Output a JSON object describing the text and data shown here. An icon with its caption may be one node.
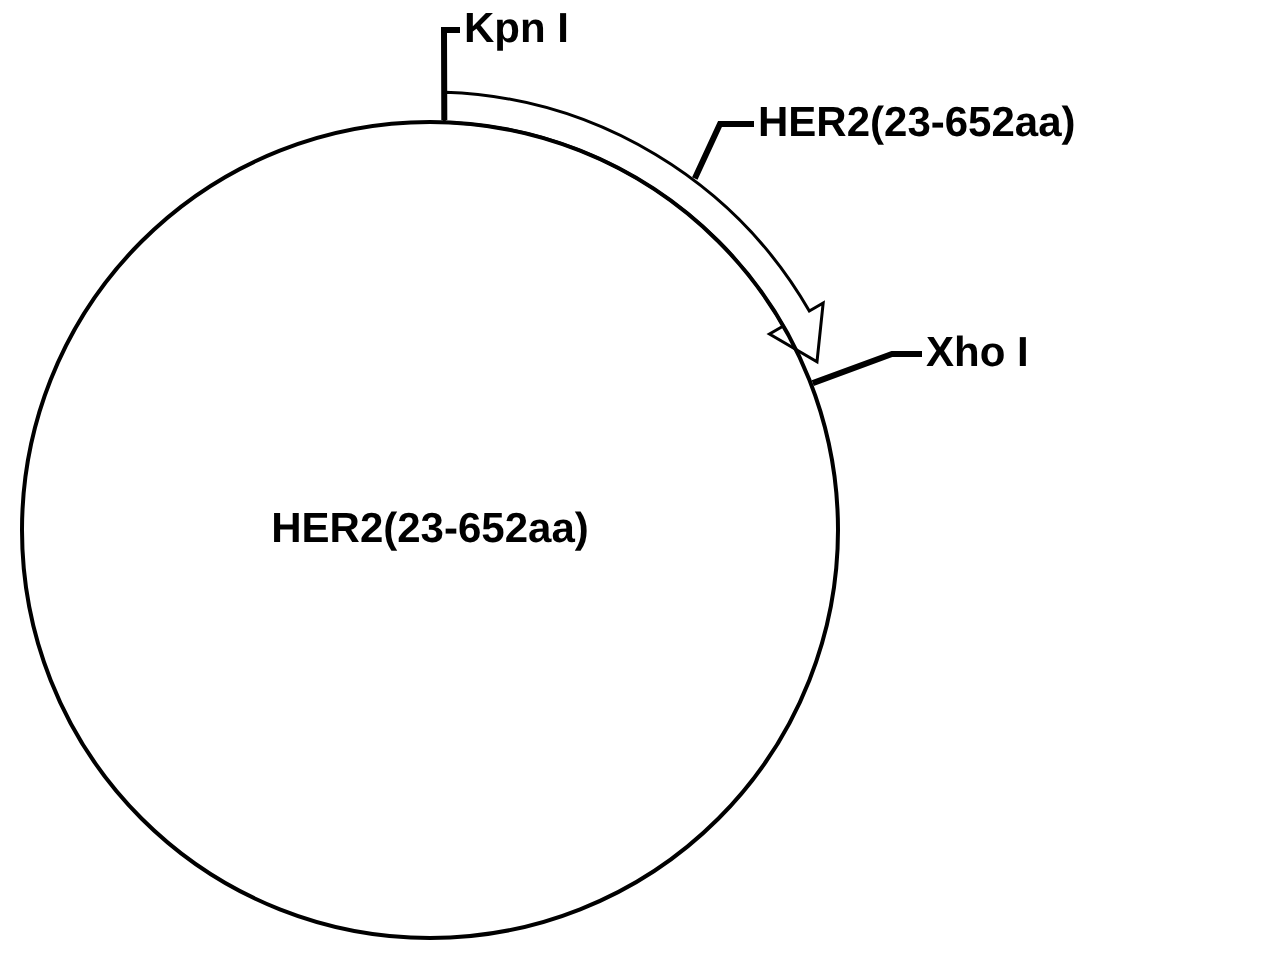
{
  "diagram": {
    "nodes": [
      {
        "text": [
          "HER2(23-652aa)"
        ]
      },
      {
        "text": [],
        "shape": "arrow"
      },
      {
        "text": [
          "Kpn I"
        ]
      },
      {
        "text": [
          "HER2(23-652aa)"
        ]
      },
      {
        "text": [
          "Xho I"
        ]
      }
    ],
    "edges": [
      {
        "from": 2,
        "to": 0,
        "arrow": "none"
      },
      {
        "from": 3,
        "to": 1,
        "arrow": "none"
      },
      {
        "from": 4,
        "to": 0,
        "arrow": "none"
      }
    ]
  }
}
